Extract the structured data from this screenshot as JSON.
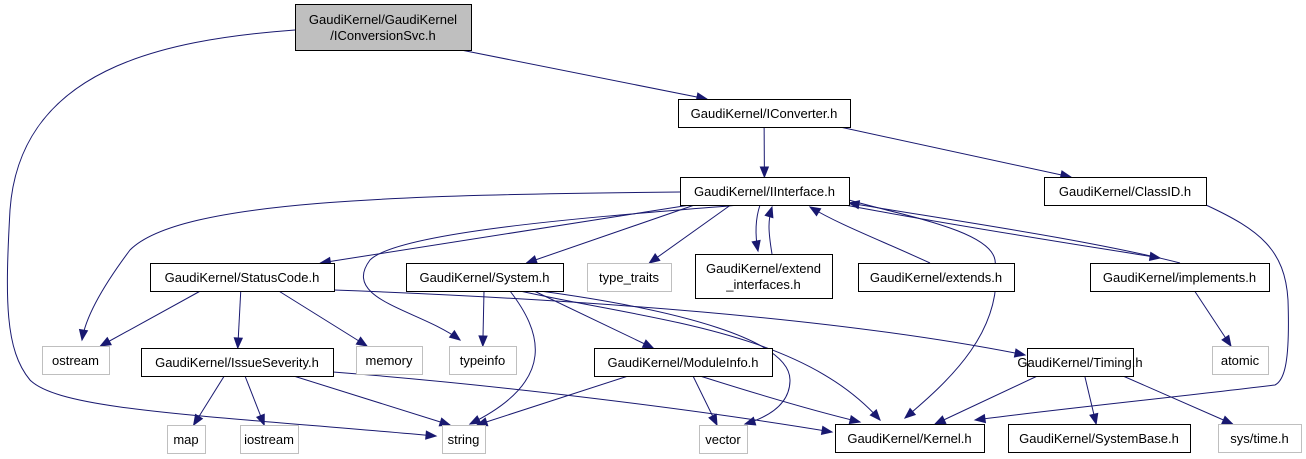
{
  "title": "Include dependency graph for IConversionSvc.h",
  "colors": {
    "edge": "#191970",
    "root_fill": "#bfbfbf",
    "node_border": "#000000",
    "external_border": "#bfbfbf"
  },
  "nodes": [
    {
      "id": "iconversionsvc",
      "lines": [
        "GaudiKernel/GaudiKernel",
        "/IConversionSvc.h"
      ],
      "kind": "root"
    },
    {
      "id": "iconverter",
      "lines": [
        "GaudiKernel/IConverter.h"
      ],
      "kind": "internal"
    },
    {
      "id": "iinterface",
      "lines": [
        "GaudiKernel/IInterface.h"
      ],
      "kind": "internal"
    },
    {
      "id": "classid",
      "lines": [
        "GaudiKernel/ClassID.h"
      ],
      "kind": "internal"
    },
    {
      "id": "statuscode",
      "lines": [
        "GaudiKernel/StatusCode.h"
      ],
      "kind": "internal"
    },
    {
      "id": "system",
      "lines": [
        "GaudiKernel/System.h"
      ],
      "kind": "internal"
    },
    {
      "id": "type_traits",
      "lines": [
        "type_traits"
      ],
      "kind": "external"
    },
    {
      "id": "extend_interfaces",
      "lines": [
        "GaudiKernel/extend",
        "_interfaces.h"
      ],
      "kind": "internal"
    },
    {
      "id": "extends",
      "lines": [
        "GaudiKernel/extends.h"
      ],
      "kind": "internal"
    },
    {
      "id": "implements",
      "lines": [
        "GaudiKernel/implements.h"
      ],
      "kind": "internal"
    },
    {
      "id": "ostream",
      "lines": [
        "ostream"
      ],
      "kind": "external"
    },
    {
      "id": "issueseverity",
      "lines": [
        "GaudiKernel/IssueSeverity.h"
      ],
      "kind": "internal"
    },
    {
      "id": "memory",
      "lines": [
        "memory"
      ],
      "kind": "external"
    },
    {
      "id": "typeinfo",
      "lines": [
        "typeinfo"
      ],
      "kind": "external"
    },
    {
      "id": "moduleinfo",
      "lines": [
        "GaudiKernel/ModuleInfo.h"
      ],
      "kind": "internal"
    },
    {
      "id": "timing",
      "lines": [
        "GaudiKernel/Timing.h"
      ],
      "kind": "internal"
    },
    {
      "id": "atomic",
      "lines": [
        "atomic"
      ],
      "kind": "external"
    },
    {
      "id": "map",
      "lines": [
        "map"
      ],
      "kind": "external"
    },
    {
      "id": "iostream",
      "lines": [
        "iostream"
      ],
      "kind": "external"
    },
    {
      "id": "string",
      "lines": [
        "string"
      ],
      "kind": "external"
    },
    {
      "id": "vector",
      "lines": [
        "vector"
      ],
      "kind": "external"
    },
    {
      "id": "kernel",
      "lines": [
        "GaudiKernel/Kernel.h"
      ],
      "kind": "internal"
    },
    {
      "id": "systembase",
      "lines": [
        "GaudiKernel/SystemBase.h"
      ],
      "kind": "internal"
    },
    {
      "id": "systime",
      "lines": [
        "sys/time.h"
      ],
      "kind": "external"
    }
  ],
  "edges": [
    {
      "from": "iconversionsvc",
      "to": "iconverter"
    },
    {
      "from": "iconversionsvc",
      "to": "string"
    },
    {
      "from": "iconverter",
      "to": "iinterface"
    },
    {
      "from": "iconverter",
      "to": "classid"
    },
    {
      "from": "iinterface",
      "to": "statuscode"
    },
    {
      "from": "iinterface",
      "to": "system"
    },
    {
      "from": "iinterface",
      "to": "type_traits"
    },
    {
      "from": "iinterface",
      "to": "extend_interfaces"
    },
    {
      "from": "iinterface",
      "to": "ostream"
    },
    {
      "from": "iinterface",
      "to": "typeinfo"
    },
    {
      "from": "iinterface",
      "to": "kernel"
    },
    {
      "from": "iinterface",
      "to": "implements"
    },
    {
      "from": "extend_interfaces",
      "to": "iinterface"
    },
    {
      "from": "extends",
      "to": "iinterface"
    },
    {
      "from": "implements",
      "to": "iinterface"
    },
    {
      "from": "implements",
      "to": "atomic"
    },
    {
      "from": "classid",
      "to": "kernel"
    },
    {
      "from": "statuscode",
      "to": "ostream"
    },
    {
      "from": "statuscode",
      "to": "issueseverity"
    },
    {
      "from": "statuscode",
      "to": "memory"
    },
    {
      "from": "statuscode",
      "to": "timing"
    },
    {
      "from": "issueseverity",
      "to": "map"
    },
    {
      "from": "issueseverity",
      "to": "iostream"
    },
    {
      "from": "issueseverity",
      "to": "string"
    },
    {
      "from": "issueseverity",
      "to": "kernel"
    },
    {
      "from": "system",
      "to": "typeinfo"
    },
    {
      "from": "system",
      "to": "string"
    },
    {
      "from": "system",
      "to": "moduleinfo"
    },
    {
      "from": "system",
      "to": "vector"
    },
    {
      "from": "system",
      "to": "kernel"
    },
    {
      "from": "moduleinfo",
      "to": "string"
    },
    {
      "from": "moduleinfo",
      "to": "vector"
    },
    {
      "from": "moduleinfo",
      "to": "kernel"
    },
    {
      "from": "timing",
      "to": "kernel"
    },
    {
      "from": "timing",
      "to": "systembase"
    },
    {
      "from": "timing",
      "to": "systime"
    }
  ]
}
